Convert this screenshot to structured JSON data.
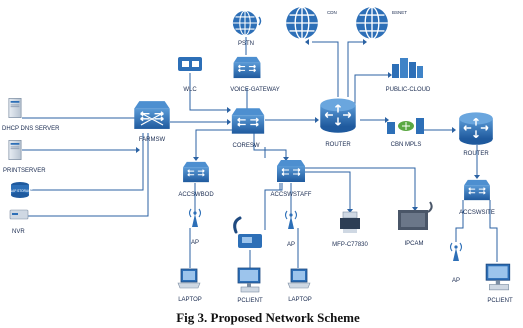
{
  "nodes": {
    "pstn": "PSTN",
    "cdn": "CDN",
    "bsnet": "BSNET",
    "wlc": "WLC",
    "voice_gateway": "VOICE-GATEWAY",
    "public_cloud": "PUBLIC-CLOUD",
    "dhcp_dns_server": "DHCP DNS SERVER",
    "printserver": "PRINTSERVER",
    "qnap_storage": "QNAP STORAGE",
    "nvr": "NVR",
    "farmsw": "FARMSW",
    "coresw": "CORESW",
    "router_main": "ROUTER",
    "cbn_mpls": "CBN MPLS",
    "router_remote": "ROUTER",
    "accswbod": "ACCSWBOD",
    "accswstaff": "ACCSWSTAFF",
    "accswsite": "ACCSWSITE",
    "ap_1": "AP",
    "ap_2": "AP",
    "ap_3": "AP",
    "mfp": "MFP-C77830",
    "ipcam": "IPCAM",
    "laptop_1": "LAPTOP",
    "pclient_1": "PCLIENT",
    "laptop_2": "LAPTOP",
    "pclient_2": "PCLIENT"
  },
  "caption": "Fig 3. Proposed Network Scheme",
  "colors": {
    "device": "#2d6fb7",
    "link": "#2b62a3",
    "label": "#1a2b50"
  }
}
